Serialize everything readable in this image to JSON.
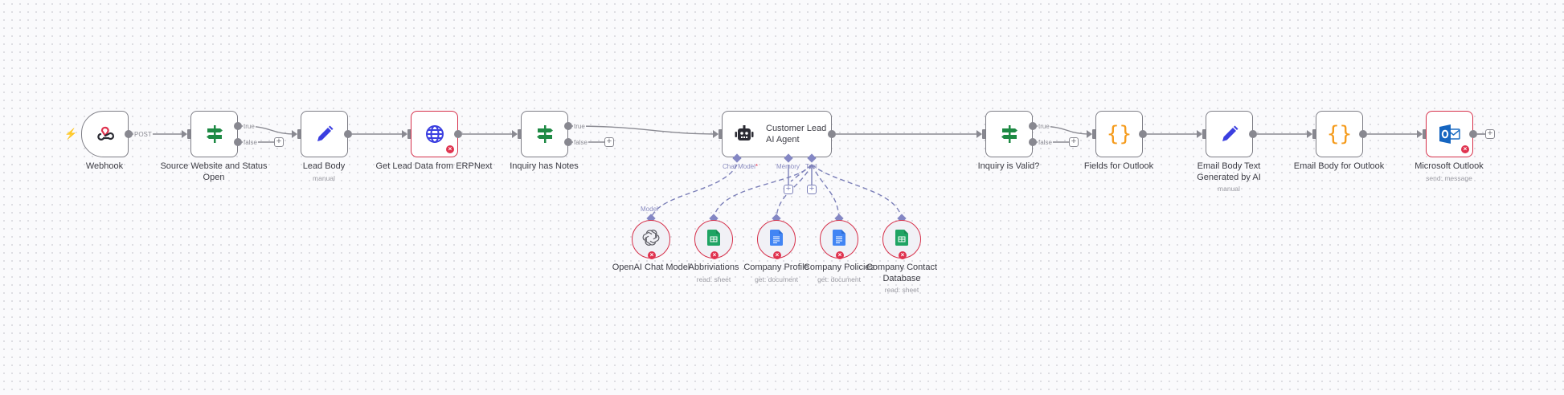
{
  "canvas": {
    "background": "#fafafc",
    "error_color": "#d6304a",
    "ai_port_color": "#8487c4"
  },
  "nodes": [
    {
      "id": "webhook",
      "label": "Webhook",
      "sublabel": "",
      "icon": "webhook-icon",
      "error": false,
      "trigger": true
    },
    {
      "id": "source-website",
      "label": "Source Website and Status Open",
      "sublabel": "",
      "icon": "if-signpost-icon",
      "error": false
    },
    {
      "id": "lead-body",
      "label": "Lead Body",
      "sublabel": "manual",
      "icon": "pencil-icon",
      "error": false
    },
    {
      "id": "erpnext",
      "label": "Get Lead Data from ERPNext",
      "sublabel": "",
      "icon": "globe-icon",
      "error": true
    },
    {
      "id": "inquiry-notes",
      "label": "Inquiry has Notes",
      "sublabel": "",
      "icon": "if-signpost-icon",
      "error": false
    },
    {
      "id": "ai-agent",
      "label": "Customer Lead AI Agent",
      "sublabel": "",
      "icon": "robot-icon",
      "error": false
    },
    {
      "id": "inquiry-valid",
      "label": "Inquiry is Valid?",
      "sublabel": "",
      "icon": "if-signpost-icon",
      "error": false
    },
    {
      "id": "fields-outlook",
      "label": "Fields for Outlook",
      "sublabel": "",
      "icon": "braces-icon",
      "error": false
    },
    {
      "id": "email-body-text",
      "label": "Email Body Text Generated by AI",
      "sublabel": "manual",
      "icon": "pencil-icon",
      "error": false
    },
    {
      "id": "email-body-outlook",
      "label": "Email Body for Outlook",
      "sublabel": "",
      "icon": "braces-icon",
      "error": false
    },
    {
      "id": "ms-outlook",
      "label": "Microsoft Outlook",
      "sublabel": "send: message",
      "icon": "outlook-icon",
      "error": true
    }
  ],
  "edge_labels": {
    "post": "POST",
    "true": "true",
    "false": "false"
  },
  "agent_ports": {
    "chat_model": "Chat Model",
    "required_mark": "*",
    "memory": "Memory",
    "tool": "Tool",
    "model": "Model"
  },
  "sub_nodes": [
    {
      "id": "openai",
      "label": "OpenAI Chat Model",
      "sublabel": "",
      "icon": "openai-icon",
      "error": true
    },
    {
      "id": "abbriviations",
      "label": "Abbriviations",
      "sublabel": "read: sheet",
      "icon": "google-sheets-icon",
      "error": true
    },
    {
      "id": "company-profile",
      "label": "Company Profile",
      "sublabel": "get: document",
      "icon": "google-docs-icon",
      "error": true
    },
    {
      "id": "company-policies",
      "label": "Company Policies",
      "sublabel": "get: document",
      "icon": "google-docs-icon",
      "error": true
    },
    {
      "id": "company-contact",
      "label": "Company Contact Database",
      "sublabel": "read: sheet",
      "icon": "google-sheets-icon",
      "error": true
    }
  ],
  "plus_symbol": "+",
  "error_symbol": "×"
}
